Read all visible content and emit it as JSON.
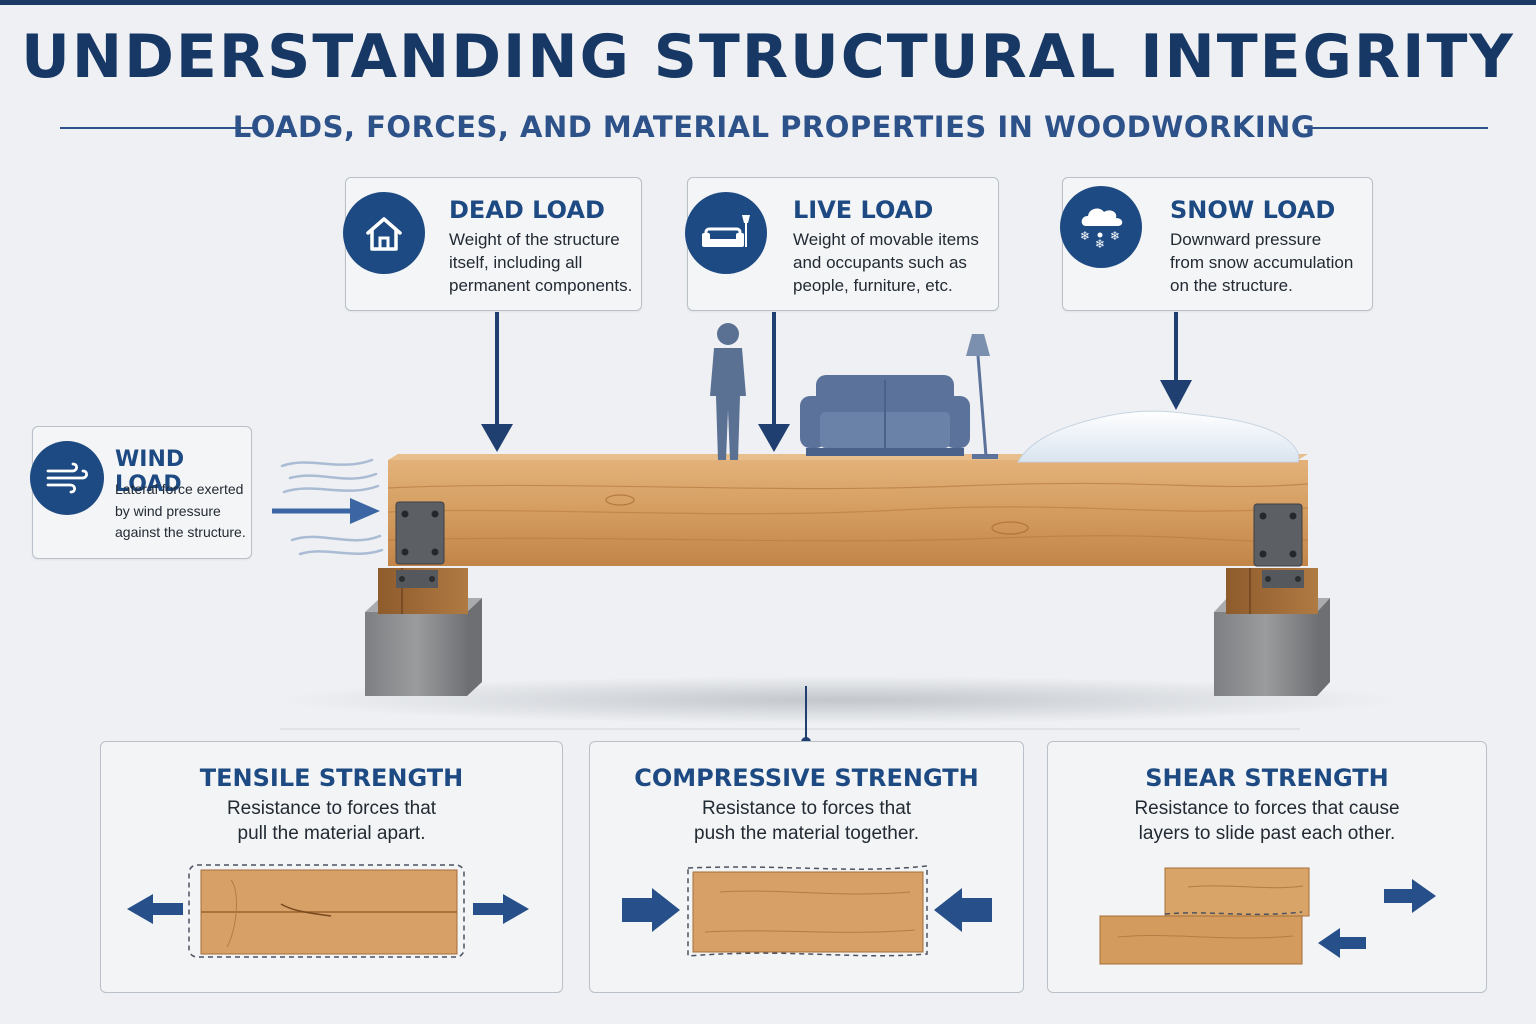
{
  "title": "UNDERSTANDING STRUCTURAL INTEGRITY",
  "subtitle": "LOADS, FORCES, AND MATERIAL PROPERTIES IN WOODWORKING",
  "loads": {
    "dead": {
      "title": "DEAD LOAD",
      "lines": [
        "Weight of the structure",
        "itself, including all",
        "permanent components."
      ],
      "icon": "house-icon"
    },
    "live": {
      "title": "LIVE LOAD",
      "lines": [
        "Weight of movable items",
        "and occupants such as",
        "people, furniture, etc."
      ],
      "icon": "sofa-lamp-icon"
    },
    "snow": {
      "title": "SNOW LOAD",
      "lines": [
        "Downward pressure",
        "from snow accumulation",
        "on the structure."
      ],
      "icon": "snow-cloud-icon"
    },
    "wind": {
      "title": "WIND LOAD",
      "lines": [
        "Lateral force exerted",
        "by wind pressure",
        "against the structure."
      ],
      "icon": "wind-icon"
    }
  },
  "properties": {
    "tensile": {
      "title": "TENSILE STRENGTH",
      "lines": [
        "Resistance to forces that",
        "pull the material apart."
      ]
    },
    "compressive": {
      "title": "COMPRESSIVE STRENGTH",
      "lines": [
        "Resistance to forces that",
        "push the material together."
      ]
    },
    "shear": {
      "title": "SHEAR STRENGTH",
      "lines": [
        "Resistance to forces that cause",
        "layers to slide past each other."
      ]
    }
  },
  "colors": {
    "navy": "#1d4a82",
    "dark_navy": "#173764",
    "arrow_blue": "#274f8a",
    "wood": "#d39a5d",
    "concrete": "#8d8f91",
    "figure_blue": "#5a7194"
  }
}
